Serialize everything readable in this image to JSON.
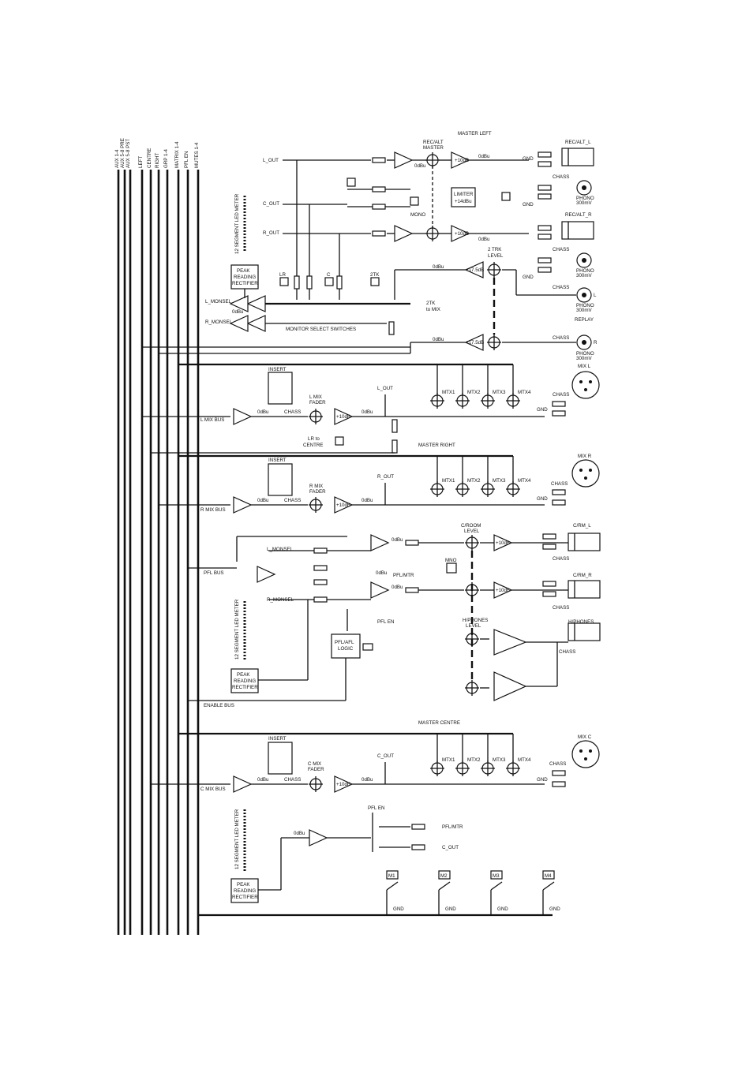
{
  "bus_labels": [
    "AUX 1-4",
    "AUX 5-8 PRE",
    "AUX 5-8 PST",
    "LEFT",
    "CENTRE",
    "RIGHT",
    "GRP 1-4",
    "MATRIX 1-4",
    "PFL EN",
    "MUTES 1-4"
  ],
  "meter_label": "12 SEGMENT LED METER",
  "peak": [
    "PEAK",
    "READING",
    "RECTIFIER"
  ],
  "master_left": {
    "title": "MASTER LEFT",
    "l_out": "L_OUT",
    "c_out": "C_OUT",
    "r_out": "R_OUT",
    "rec_alt_master": [
      "REC/ALT",
      "MASTER"
    ],
    "limiter": [
      "LIMITER",
      "+14dBu"
    ],
    "mono": "MONO",
    "rec_alt_l": "REC/ALT_L",
    "rec_alt_r": "REC/ALT_R",
    "chass": "CHASS",
    "gnd": "GND",
    "phono": [
      "PHONO",
      "300mV"
    ],
    "trk2_level": [
      "2 TRK",
      "LEVEL"
    ],
    "trk2": "2TK",
    "lr": "LR",
    "c": "C",
    "to_mix": [
      "2TK",
      "to MIX"
    ],
    "replay": "REPLAY",
    "l": "L",
    "r": "R",
    "monitor_select": "MONITOR SELECT SWITCHES",
    "l_monsel": "L_MONSEL",
    "r_monsel": "R_MONSEL",
    "gain_0dbu": "0dBu",
    "gain_10db": "+10dB",
    "gain_17db": "+17.5dB",
    "gain_3db": "0dBu"
  },
  "mix_l": {
    "insert": "INSERT",
    "fader": [
      "L MIX",
      "FADER"
    ],
    "bus": "L MIX BUS",
    "out": "L_OUT",
    "mtx": [
      "MTX1",
      "MTX2",
      "MTX3",
      "MTX4"
    ],
    "xlr": "MIX L",
    "lr_to_centre": [
      "LR to",
      "CENTRE"
    ]
  },
  "master_right": {
    "title": "MASTER RIGHT",
    "insert": "INSERT",
    "fader": [
      "R MIX",
      "FADER"
    ],
    "bus": "R MIX BUS",
    "out": "R_OUT",
    "xlr": "MIX R"
  },
  "pfl": {
    "bus": "PFL BUS",
    "l_monsel": "L_MONSEL",
    "r_monsel": "R_MONSEL",
    "croom_level": [
      "C/ROOM",
      "LEVEL"
    ],
    "mono": "MNO",
    "pfl_mtr": "PFL/MTR",
    "croom_l": "C/RM_L",
    "croom_r": "C/RM_R",
    "pfl_en": "PFL EN",
    "logic": [
      "PFL/AFL",
      "LOGIC"
    ],
    "hphones_level": [
      "H/PHONES",
      "LEVEL"
    ],
    "hphones": "H/PHONES",
    "enable_bus": "ENABLE BUS"
  },
  "master_centre": {
    "title": "MASTER CENTRE",
    "insert": "INSERT",
    "fader": [
      "C MIX",
      "FADER"
    ],
    "bus": "C MIX BUS",
    "out": "C_OUT",
    "xlr": "MIX C",
    "pfl_en": "PFL EN",
    "pfl_mtr": "PFL/MTR",
    "c_out": "C_OUT",
    "mutes": [
      "M1",
      "M2",
      "M3",
      "M4"
    ],
    "gnd": "GND"
  }
}
